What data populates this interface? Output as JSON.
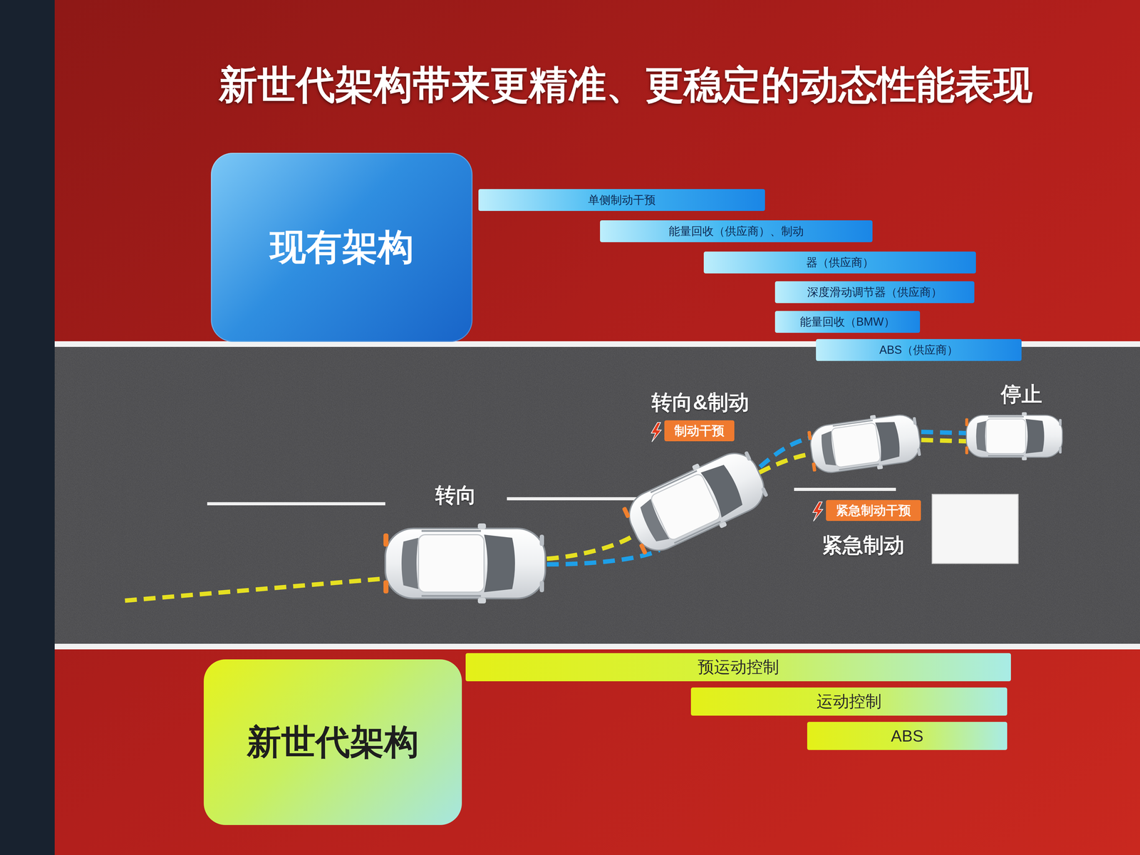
{
  "diagram": {
    "title": "新世代架构带来更精准、更稳定的动态性能表现",
    "nodes": [
      {
        "text": [
          "现有架构"
        ]
      },
      {
        "text": [
          "单侧制动干预"
        ]
      },
      {
        "text": [
          "能量回收（供应商）、制动"
        ]
      },
      {
        "text": [
          "器（供应商）"
        ]
      },
      {
        "text": [
          "深度滑动调节器（供应商）"
        ]
      },
      {
        "text": [
          "能量回收（BMW）"
        ]
      },
      {
        "text": [
          "ABS（供应商）"
        ]
      },
      {
        "text": [
          "制动干预"
        ]
      },
      {
        "text": [
          "紧急制动干预"
        ]
      },
      {
        "text": [
          "新世代架构"
        ]
      },
      {
        "text": [
          "预运动控制"
        ]
      },
      {
        "text": [
          "运动控制"
        ]
      },
      {
        "text": [
          "ABS"
        ]
      }
    ],
    "labels": [
      "转向",
      "转向&制动",
      "紧急制动",
      "停止"
    ]
  }
}
